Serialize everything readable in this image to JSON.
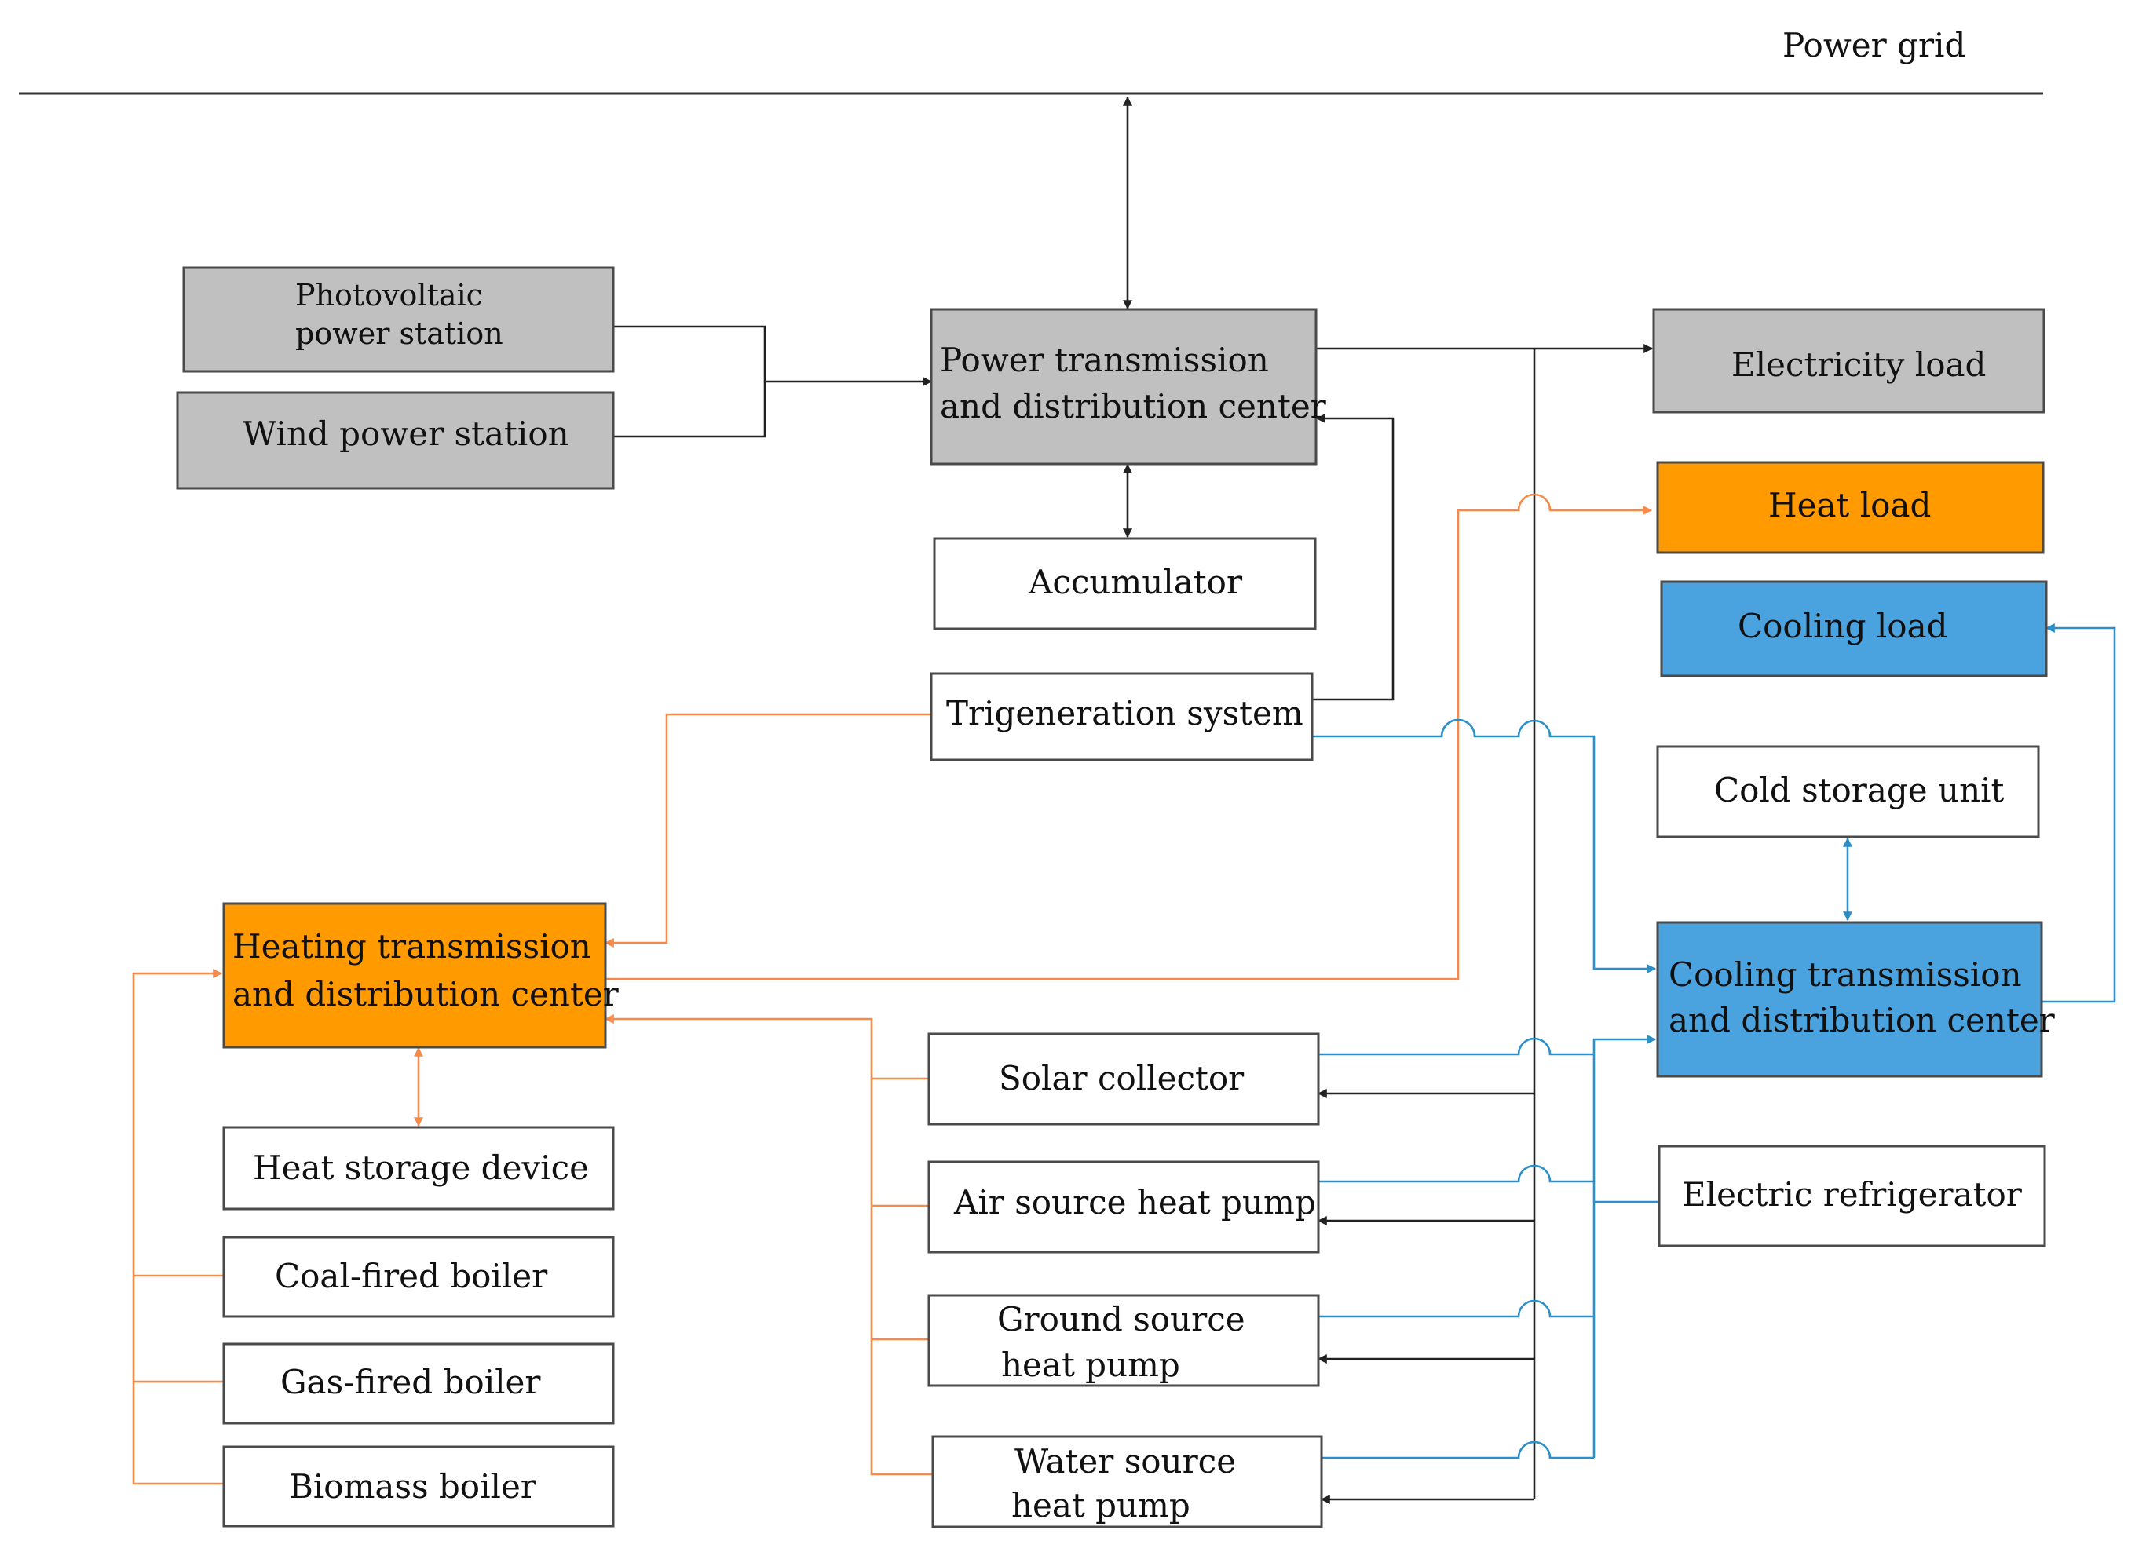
{
  "power_grid": "Power grid",
  "nodes": {
    "photovoltaic": [
      "Photovoltaic",
      "power station"
    ],
    "wind": "Wind power station",
    "power_center": [
      "Power transmission",
      "and distribution center"
    ],
    "accumulator": "Accumulator",
    "trigeneration": "Trigeneration system",
    "electricity_load": "Electricity load",
    "heat_load": "Heat load",
    "cooling_load": "Cooling load",
    "cold_storage": "Cold storage unit",
    "cooling_center": [
      "Cooling transmission",
      "and distribution center"
    ],
    "electric_refrigerator": "Electric refrigerator",
    "heating_center": [
      "Heating transmission",
      "and distribution center"
    ],
    "heat_storage": "Heat storage device",
    "coal_boiler": "Coal-fired boiler",
    "gas_boiler": "Gas-fired boiler",
    "biomass_boiler": "Biomass boiler",
    "solar_collector": "Solar collector",
    "air_source": "Air source heat pump",
    "ground_source": [
      "Ground source",
      "heat pump"
    ],
    "water_source": [
      "Water source",
      "heat pump"
    ]
  },
  "colors": {
    "electric_line": "#222222",
    "heat_line": "#f58a4a",
    "cooling_line": "#2b8fc9",
    "grey_box": "#c0c0c0",
    "orange_box": "#ff9a00",
    "blue_box": "#4aa3df"
  }
}
